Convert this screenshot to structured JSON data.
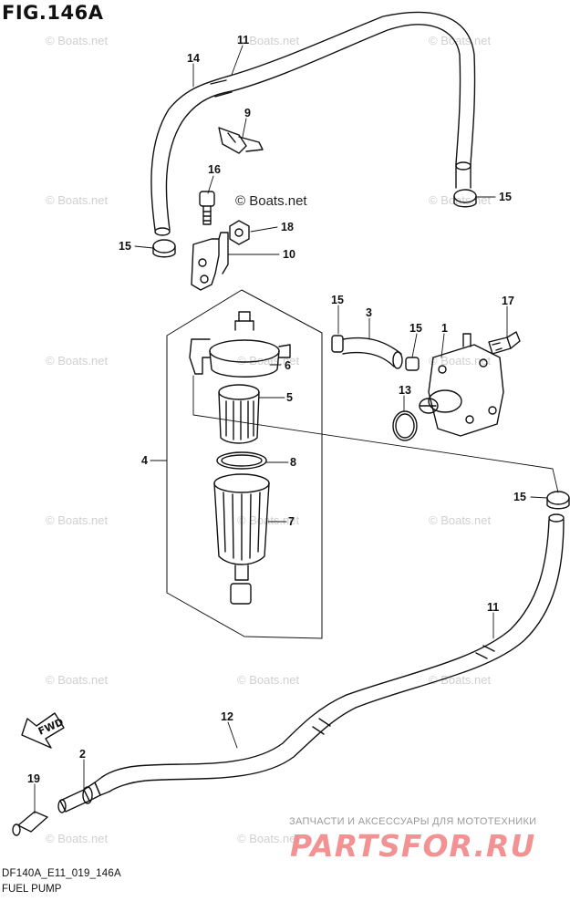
{
  "figure": {
    "title": "FIG.146A",
    "copyright": "© Boats.net",
    "watermark": "© Boats.net",
    "footer_code": "DF140A_E11_019_146A",
    "footer_name": "FUEL PUMP"
  },
  "promo": {
    "tagline": "ЗАПЧАСТИ И АКСЕССУАРЫ ДЛЯ МОТОТЕХНИКИ",
    "brand": "PARTSFOR.RU"
  },
  "fwd_label": "FWD",
  "callouts": [
    "1",
    "2",
    "3",
    "4",
    "5",
    "6",
    "7",
    "8",
    "9",
    "10",
    "11",
    "12",
    "13",
    "14",
    "15",
    "16",
    "17",
    "18",
    "19"
  ],
  "colors": {
    "line": "#111111",
    "watermark": "#d0d0d0",
    "brand": "#f08080"
  }
}
